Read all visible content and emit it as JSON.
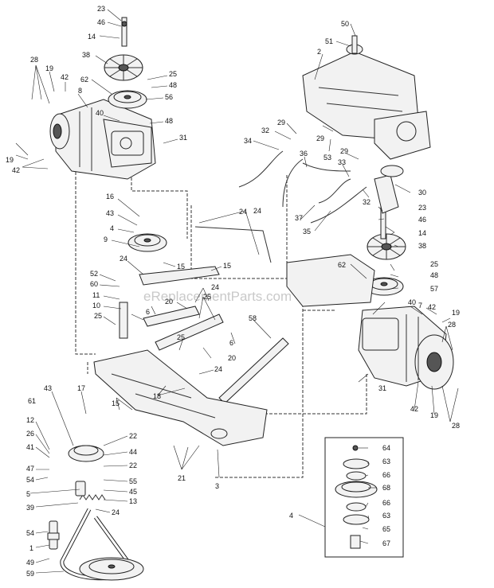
{
  "watermark": "eReplacementParts.com",
  "labels": {
    "l1": "1",
    "l2": "2",
    "l3": "3",
    "l4a": "4",
    "l4b": "4",
    "l5": "5",
    "l6a": "6",
    "l6b": "6",
    "l7": "7",
    "l8": "8",
    "l9": "9",
    "l10": "10",
    "l11": "11",
    "l12": "12",
    "l13": "13",
    "l14a": "14",
    "l14b": "14",
    "l15a": "15",
    "l15b": "15",
    "l15c": "15",
    "l16": "16",
    "l17": "17",
    "l18": "18",
    "l19a": "19",
    "l19b": "19",
    "l19c": "19",
    "l19d": "19",
    "l20a": "20",
    "l20b": "20",
    "l21": "21",
    "l22a": "22",
    "l22b": "22",
    "l23a": "23",
    "l23b": "23",
    "l24a": "24",
    "l24b": "24",
    "l24c": "24",
    "l24d": "24",
    "l24e": "24",
    "l24f": "24",
    "l25a": "25",
    "l25b": "25",
    "l25c": "25",
    "l25d": "25",
    "l25e": "25",
    "l26": "26",
    "l28a": "28",
    "l28b": "28",
    "l28c": "28",
    "l29a": "29",
    "l29b": "29",
    "l29c": "29",
    "l30": "30",
    "l31a": "31",
    "l31b": "31",
    "l32a": "32",
    "l32b": "32",
    "l33": "33",
    "l34": "34",
    "l35": "35",
    "l36": "36",
    "l37": "37",
    "l38a": "38",
    "l38b": "38",
    "l39": "39",
    "l40a": "40",
    "l40b": "40",
    "l41": "41",
    "l42a": "42",
    "l42b": "42",
    "l42c": "42",
    "l42d": "42",
    "l43a": "43",
    "l43b": "43",
    "l44": "44",
    "l45": "45",
    "l46a": "46",
    "l46b": "46",
    "l47": "47",
    "l48a": "48",
    "l48b": "48",
    "l48c": "48",
    "l49": "49",
    "l50": "50",
    "l51": "51",
    "l52": "52",
    "l53": "53",
    "l54a": "54",
    "l54b": "54",
    "l55": "55",
    "l56": "56",
    "l57": "57",
    "l58": "58",
    "l59": "59",
    "l60": "60",
    "l61": "61",
    "l62a": "62",
    "l62b": "62",
    "l63a": "63",
    "l63b": "63",
    "l64": "64",
    "l65": "65",
    "l66a": "66",
    "l66b": "66",
    "l67": "67",
    "l68": "68"
  }
}
